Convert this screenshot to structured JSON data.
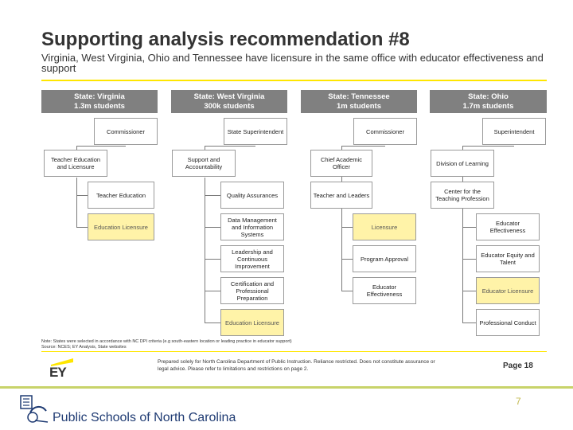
{
  "slide": {
    "title": "Supporting analysis recommendation #8",
    "subtitle": "Virginia, West Virginia, Ohio and Tennessee have licensure in the same office with educator effectiveness and support",
    "note": "Note: States were selected in accordance with NC DPI criteria (e.g south-eastern location or leading practice in educator support)",
    "source": "Source: NCES; EY Analysis, State websites",
    "prepared": "Prepared solely for North Carolina Department of Public Instruction. Reliance restricted. Does not constitute assurance or legal advice. Please refer to limitations and restrictions on page 2.",
    "page": "Page 18",
    "slide_number": "7",
    "logo_text": "EY",
    "footer_org": "Public Schools of North Carolina"
  },
  "colors": {
    "accent_yellow": "#ffe600",
    "header_gray": "#808080",
    "highlight_fill": "#fff3a8",
    "footer_rule": "#c8d36a",
    "footer_text": "#1f3b73"
  },
  "states": [
    {
      "name": "State: Virginia",
      "students": "1.3m students",
      "boxes": {
        "top": {
          "label": "Commissioner",
          "highlight": false
        },
        "level2": {
          "label": "Teacher Education and Licensure",
          "highlight": false
        },
        "children": [
          {
            "label": "Teacher Education",
            "highlight": false
          },
          {
            "label": "Education Licensure",
            "highlight": true
          }
        ]
      }
    },
    {
      "name": "State: West Virginia",
      "students": "300k students",
      "boxes": {
        "top": {
          "label": "State Superintendent",
          "highlight": false
        },
        "level2": {
          "label": "Support and Accountability",
          "highlight": false
        },
        "children": [
          {
            "label": "Quality Assurances",
            "highlight": false
          },
          {
            "label": "Data Management and Information Systems",
            "highlight": false
          },
          {
            "label": "Leadership and Continuous Improvement",
            "highlight": false
          },
          {
            "label": "Certification and Professional Preparation",
            "highlight": false
          },
          {
            "label": "Education Licensure",
            "highlight": true
          }
        ]
      }
    },
    {
      "name": "State: Tennessee",
      "students": "1m students",
      "boxes": {
        "top": {
          "label": "Commissioner",
          "highlight": false
        },
        "level2": {
          "label": "Chief Academic Officer",
          "highlight": false
        },
        "level3": {
          "label": "Teacher and Leaders",
          "highlight": false
        },
        "children": [
          {
            "label": "Licensure",
            "highlight": true
          },
          {
            "label": "Program Approval",
            "highlight": false
          },
          {
            "label": "Educator Effectiveness",
            "highlight": false
          }
        ]
      }
    },
    {
      "name": "State: Ohio",
      "students": "1.7m students",
      "boxes": {
        "top": {
          "label": "Superintendent",
          "highlight": false
        },
        "level2": {
          "label": "Division of Learning",
          "highlight": false
        },
        "level3": {
          "label": "Center for the Teaching Profession",
          "highlight": false
        },
        "children": [
          {
            "label": "Educator Effectiveness",
            "highlight": false
          },
          {
            "label": "Educator Equity and Talent",
            "highlight": false
          },
          {
            "label": "Educator Licensure",
            "highlight": true
          },
          {
            "label": "Professional Conduct",
            "highlight": false
          }
        ]
      }
    }
  ]
}
